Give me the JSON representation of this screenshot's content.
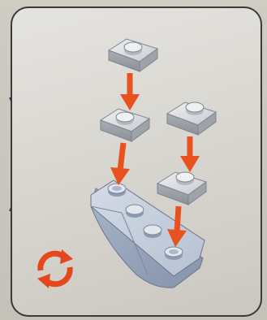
{
  "instruction_step": {
    "pieces": [
      {
        "name": "plate-1x1-top-left",
        "color": "#c9cdd2"
      },
      {
        "name": "plate-1x1-middle-left",
        "color": "#c9cdd2"
      },
      {
        "name": "plate-1x1-top-right",
        "color": "#c9cdd2"
      },
      {
        "name": "plate-1x1-middle-right",
        "color": "#c9cdd2"
      },
      {
        "name": "curved-slope-base",
        "color": "#b7c3d6"
      }
    ],
    "arrow_color": "#e8521e",
    "rotate_icon": {
      "name": "rotate-icon",
      "color": "#e5461d"
    },
    "panel_border_color": "#3a3a3a"
  }
}
